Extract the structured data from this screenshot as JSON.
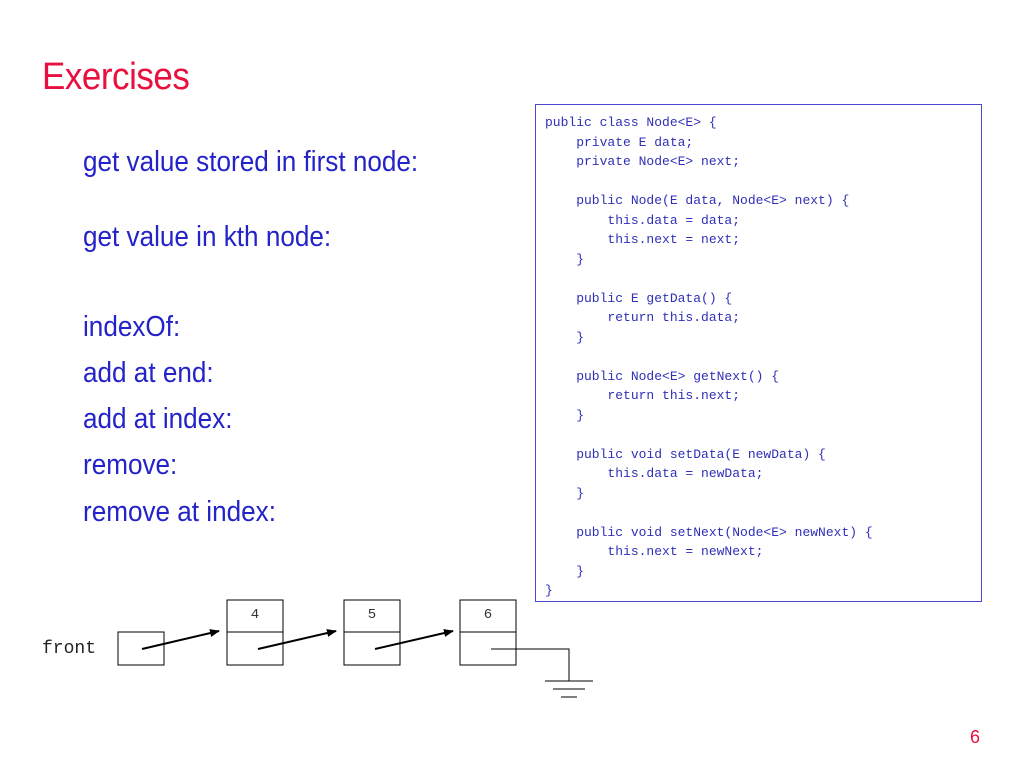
{
  "title": "Exercises",
  "bullets": [
    "get value stored in first node:",
    "get value in kth node:",
    "indexOf:",
    "add at end:",
    "add at index:",
    "remove:",
    "remove at index:"
  ],
  "code": [
    "public class Node<E> {",
    "    private E data;",
    "    private Node<E> next;",
    "",
    "    public Node(E data, Node<E> next) {",
    "        this.data = data;",
    "        this.next = next;",
    "    }",
    "",
    "    public E getData() {",
    "        return this.data;",
    "    }",
    "",
    "    public Node<E> getNext() {",
    "        return this.next;",
    "    }",
    "",
    "    public void setData(E newData) {",
    "        this.data = newData;",
    "    }",
    "",
    "    public void setNext(Node<E> newNext) {",
    "        this.next = newNext;",
    "    }",
    "}"
  ],
  "diagram": {
    "front_label": "front",
    "node_values": [
      "4",
      "5",
      "6"
    ]
  },
  "page_number": "6"
}
